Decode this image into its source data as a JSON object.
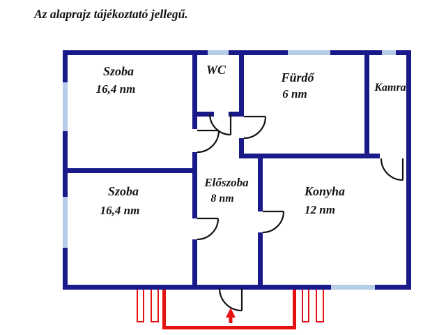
{
  "title": "Az alaprajz tájékoztató jellegű.",
  "plan": {
    "rooms": {
      "szoba_top": {
        "name": "Szoba",
        "area": "16,4 nm"
      },
      "wc": {
        "name": "WC"
      },
      "furdo": {
        "name": "Fürdő",
        "area": "6 nm"
      },
      "kamra": {
        "name": "Kamra"
      },
      "szoba_bottom": {
        "name": "Szoba",
        "area": "16,4 nm"
      },
      "eloszoba": {
        "name": "Előszoba",
        "area": "8 nm"
      },
      "konyha": {
        "name": "Konyha",
        "area": "12 nm"
      }
    },
    "colors": {
      "wall": "#191989",
      "window": "#b5cde8",
      "entrance": "#e51212",
      "door_line": "#141414"
    }
  }
}
